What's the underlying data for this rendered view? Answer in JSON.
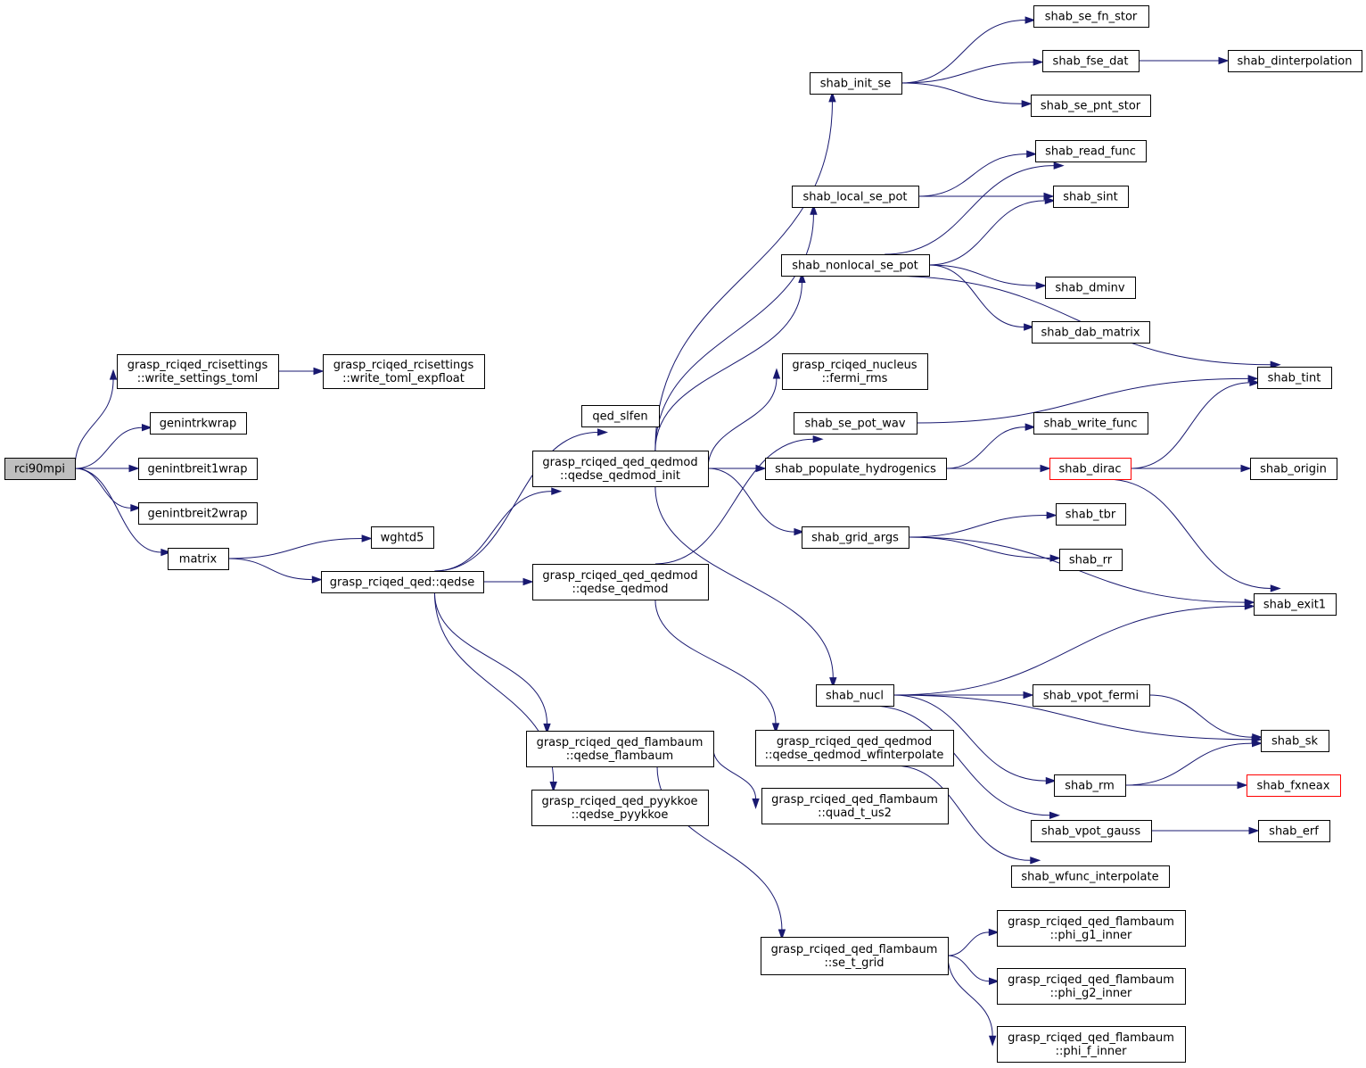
{
  "colors": {
    "edge": "#191970",
    "node_border": "#000000",
    "node_fill": "#ffffff",
    "root_fill": "#bfbfbf",
    "truncated_border": "#ff0000"
  },
  "nodes": {
    "rci90mpi": {
      "lines": [
        "rci90mpi"
      ]
    },
    "write_settings_toml": {
      "lines": [
        "grasp_rciqed_rcisettings",
        "::write_settings_toml"
      ]
    },
    "write_toml_expfloat": {
      "lines": [
        "grasp_rciqed_rcisettings",
        "::write_toml_expfloat"
      ]
    },
    "genintrkwrap": {
      "lines": [
        "genintrkwrap"
      ]
    },
    "genintbreit1wrap": {
      "lines": [
        "genintbreit1wrap"
      ]
    },
    "genintbreit2wrap": {
      "lines": [
        "genintbreit2wrap"
      ]
    },
    "matrix": {
      "lines": [
        "matrix"
      ]
    },
    "wghtd5": {
      "lines": [
        "wghtd5"
      ]
    },
    "qedse": {
      "lines": [
        "grasp_rciqed_qed::qedse"
      ]
    },
    "qed_slfen": {
      "lines": [
        "qed_slfen"
      ]
    },
    "qedse_qedmod_init": {
      "lines": [
        "grasp_rciqed_qed_qedmod",
        "::qedse_qedmod_init"
      ]
    },
    "qedse_qedmod": {
      "lines": [
        "grasp_rciqed_qed_qedmod",
        "::qedse_qedmod"
      ]
    },
    "qedse_flambaum": {
      "lines": [
        "grasp_rciqed_qed_flambaum",
        "::qedse_flambaum"
      ]
    },
    "qedse_pyykkoe": {
      "lines": [
        "grasp_rciqed_qed_pyykkoe",
        "::qedse_pyykkoe"
      ]
    },
    "shab_init_se": {
      "lines": [
        "shab_init_se"
      ]
    },
    "shab_se_fn_stor": {
      "lines": [
        "shab_se_fn_stor"
      ]
    },
    "shab_fse_dat": {
      "lines": [
        "shab_fse_dat"
      ]
    },
    "shab_dinterpolation": {
      "lines": [
        "shab_dinterpolation"
      ]
    },
    "shab_se_pnt_stor": {
      "lines": [
        "shab_se_pnt_stor"
      ]
    },
    "shab_local_se_pot": {
      "lines": [
        "shab_local_se_pot"
      ]
    },
    "shab_read_func": {
      "lines": [
        "shab_read_func"
      ]
    },
    "shab_sint": {
      "lines": [
        "shab_sint"
      ]
    },
    "shab_nonlocal_se_pot": {
      "lines": [
        "shab_nonlocal_se_pot"
      ]
    },
    "shab_dminv": {
      "lines": [
        "shab_dminv"
      ]
    },
    "shab_dab_matrix": {
      "lines": [
        "shab_dab_matrix"
      ]
    },
    "fermi_rms": {
      "lines": [
        "grasp_rciqed_nucleus",
        "::fermi_rms"
      ]
    },
    "shab_tint": {
      "lines": [
        "shab_tint"
      ]
    },
    "shab_se_pot_wav": {
      "lines": [
        "shab_se_pot_wav"
      ]
    },
    "shab_write_func": {
      "lines": [
        "shab_write_func"
      ]
    },
    "shab_populate_hydrogenics": {
      "lines": [
        "shab_populate_hydrogenics"
      ]
    },
    "shab_dirac": {
      "lines": [
        "shab_dirac"
      ]
    },
    "shab_origin": {
      "lines": [
        "shab_origin"
      ]
    },
    "shab_grid_args": {
      "lines": [
        "shab_grid_args"
      ]
    },
    "shab_tbr": {
      "lines": [
        "shab_tbr"
      ]
    },
    "shab_rr": {
      "lines": [
        "shab_rr"
      ]
    },
    "shab_exit1": {
      "lines": [
        "shab_exit1"
      ]
    },
    "shab_nucl": {
      "lines": [
        "shab_nucl"
      ]
    },
    "shab_vpot_fermi": {
      "lines": [
        "shab_vpot_fermi"
      ]
    },
    "shab_sk": {
      "lines": [
        "shab_sk"
      ]
    },
    "qedse_qedmod_wfinterpolate": {
      "lines": [
        "grasp_rciqed_qed_qedmod",
        "::qedse_qedmod_wfinterpolate"
      ]
    },
    "shab_rm": {
      "lines": [
        "shab_rm"
      ]
    },
    "shab_fxneax": {
      "lines": [
        "shab_fxneax"
      ]
    },
    "quad_t_us2": {
      "lines": [
        "grasp_rciqed_qed_flambaum",
        "::quad_t_us2"
      ]
    },
    "shab_vpot_gauss": {
      "lines": [
        "shab_vpot_gauss"
      ]
    },
    "shab_erf": {
      "lines": [
        "shab_erf"
      ]
    },
    "shab_wfunc_interpolate": {
      "lines": [
        "shab_wfunc_interpolate"
      ]
    },
    "se_t_grid": {
      "lines": [
        "grasp_rciqed_qed_flambaum",
        "::se_t_grid"
      ]
    },
    "phi_g1_inner": {
      "lines": [
        "grasp_rciqed_qed_flambaum",
        "::phi_g1_inner"
      ]
    },
    "phi_g2_inner": {
      "lines": [
        "grasp_rciqed_qed_flambaum",
        "::phi_g2_inner"
      ]
    },
    "phi_f_inner": {
      "lines": [
        "grasp_rciqed_qed_flambaum",
        "::phi_f_inner"
      ]
    }
  },
  "edges": [
    [
      "rci90mpi",
      "write_settings_toml"
    ],
    [
      "rci90mpi",
      "genintrkwrap"
    ],
    [
      "rci90mpi",
      "genintbreit1wrap"
    ],
    [
      "rci90mpi",
      "genintbreit2wrap"
    ],
    [
      "rci90mpi",
      "matrix"
    ],
    [
      "write_settings_toml",
      "write_toml_expfloat"
    ],
    [
      "matrix",
      "wghtd5"
    ],
    [
      "matrix",
      "qedse"
    ],
    [
      "qedse",
      "qed_slfen"
    ],
    [
      "qedse",
      "qedse_qedmod_init"
    ],
    [
      "qedse",
      "qedse_qedmod"
    ],
    [
      "qedse",
      "qedse_flambaum"
    ],
    [
      "qedse",
      "qedse_pyykkoe"
    ],
    [
      "qedse_qedmod_init",
      "shab_init_se"
    ],
    [
      "qedse_qedmod_init",
      "shab_local_se_pot"
    ],
    [
      "qedse_qedmod_init",
      "shab_nonlocal_se_pot"
    ],
    [
      "qedse_qedmod_init",
      "fermi_rms"
    ],
    [
      "qedse_qedmod_init",
      "shab_populate_hydrogenics"
    ],
    [
      "qedse_qedmod_init",
      "shab_grid_args"
    ],
    [
      "qedse_qedmod_init",
      "shab_nucl"
    ],
    [
      "qedse_qedmod",
      "shab_se_pot_wav"
    ],
    [
      "qedse_qedmod",
      "qedse_qedmod_wfinterpolate"
    ],
    [
      "shab_init_se",
      "shab_se_fn_stor"
    ],
    [
      "shab_init_se",
      "shab_fse_dat"
    ],
    [
      "shab_init_se",
      "shab_se_pnt_stor"
    ],
    [
      "shab_fse_dat",
      "shab_dinterpolation"
    ],
    [
      "shab_local_se_pot",
      "shab_read_func"
    ],
    [
      "shab_local_se_pot",
      "shab_sint"
    ],
    [
      "shab_nonlocal_se_pot",
      "shab_read_func"
    ],
    [
      "shab_nonlocal_se_pot",
      "shab_sint"
    ],
    [
      "shab_nonlocal_se_pot",
      "shab_tint"
    ],
    [
      "shab_nonlocal_se_pot",
      "shab_dminv"
    ],
    [
      "shab_nonlocal_se_pot",
      "shab_dab_matrix"
    ],
    [
      "shab_se_pot_wav",
      "shab_tint"
    ],
    [
      "shab_populate_hydrogenics",
      "shab_write_func"
    ],
    [
      "shab_populate_hydrogenics",
      "shab_dirac"
    ],
    [
      "shab_dirac",
      "shab_tint"
    ],
    [
      "shab_dirac",
      "shab_origin"
    ],
    [
      "shab_dirac",
      "shab_exit1"
    ],
    [
      "shab_grid_args",
      "shab_tbr"
    ],
    [
      "shab_grid_args",
      "shab_rr"
    ],
    [
      "shab_grid_args",
      "shab_exit1"
    ],
    [
      "shab_nucl",
      "shab_exit1"
    ],
    [
      "shab_nucl",
      "shab_vpot_fermi"
    ],
    [
      "shab_nucl",
      "shab_sk"
    ],
    [
      "shab_nucl",
      "shab_rm"
    ],
    [
      "shab_nucl",
      "shab_vpot_gauss"
    ],
    [
      "shab_vpot_fermi",
      "shab_sk"
    ],
    [
      "shab_rm",
      "shab_sk"
    ],
    [
      "shab_rm",
      "shab_fxneax"
    ],
    [
      "shab_vpot_gauss",
      "shab_erf"
    ],
    [
      "qedse_qedmod_wfinterpolate",
      "shab_wfunc_interpolate"
    ],
    [
      "qedse_flambaum",
      "quad_t_us2"
    ],
    [
      "qedse_flambaum",
      "se_t_grid"
    ],
    [
      "se_t_grid",
      "phi_g1_inner"
    ],
    [
      "se_t_grid",
      "phi_g2_inner"
    ],
    [
      "se_t_grid",
      "phi_f_inner"
    ]
  ]
}
